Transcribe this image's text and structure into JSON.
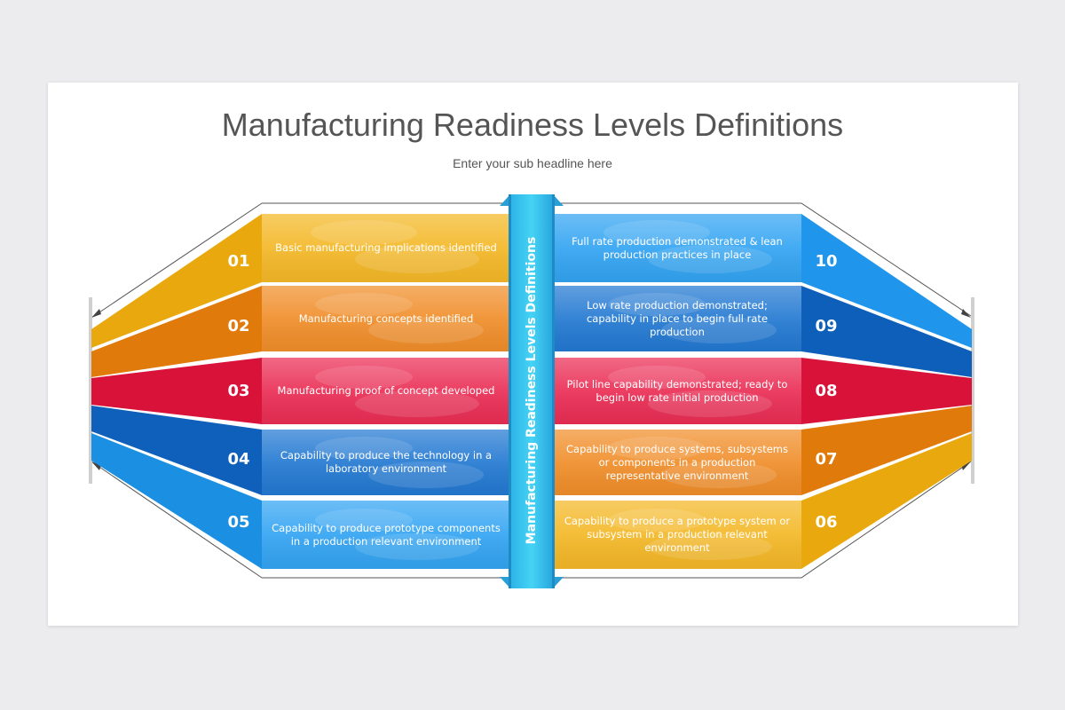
{
  "title": "Manufacturing Readiness Levels Definitions",
  "subtitle": "Enter your sub headline here",
  "center_label": "Manufacturing Readiness Levels Definitions",
  "colors": {
    "yellow": "#f2b51a",
    "orange": "#ec8a22",
    "red": "#e3214d",
    "blue_dark": "#1f74cc",
    "blue": "#2a9ef0",
    "cyan": "#35c8ec"
  },
  "levels": [
    {
      "num": "01",
      "text": "Basic manufacturing implications identified"
    },
    {
      "num": "02",
      "text": "Manufacturing concepts identified"
    },
    {
      "num": "03",
      "text": "Manufacturing proof of concept developed"
    },
    {
      "num": "04",
      "text": "Capability to produce the technology in a laboratory environment"
    },
    {
      "num": "05",
      "text": "Capability to produce prototype components in a production relevant environment"
    },
    {
      "num": "06",
      "text": "Capability to produce a prototype system or subsystem in a production relevant environment"
    },
    {
      "num": "07",
      "text": "Capability to produce systems, subsystems or components in a production representative environment"
    },
    {
      "num": "08",
      "text": "Pilot line capability demonstrated; ready to begin low rate initial production"
    },
    {
      "num": "09",
      "text": "Low rate production demonstrated; capability in place to begin full rate production"
    },
    {
      "num": "10",
      "text": "Full rate production demonstrated & lean production practices in place"
    }
  ]
}
